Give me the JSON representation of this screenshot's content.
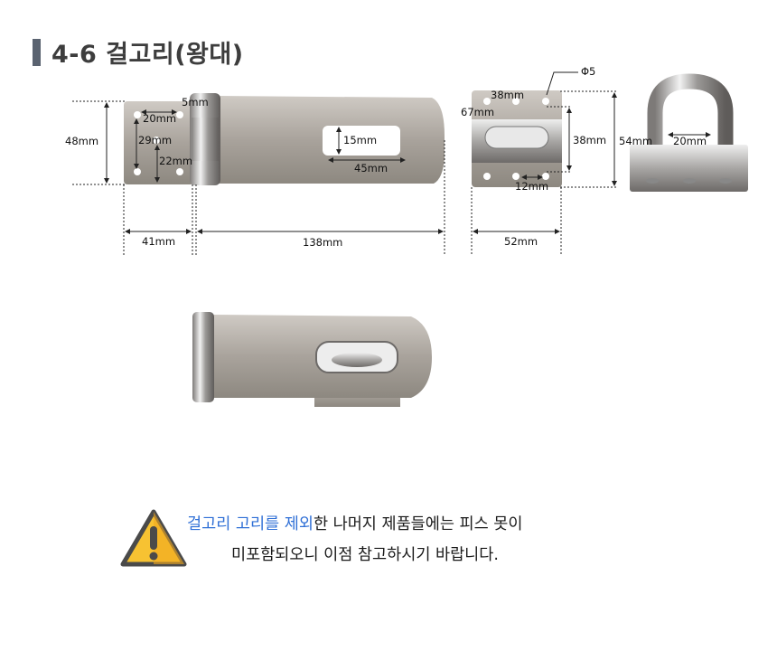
{
  "header": {
    "title": "4-6 걸고리(왕대)"
  },
  "hasp_dimensions": {
    "height": "48mm",
    "hole_offset": "5mm",
    "hole_spacing_h": "20mm",
    "hole_spacing_v": "29mm",
    "hole_to_edge": "22mm",
    "slot_height": "15mm",
    "slot_width": "45mm",
    "plate_width": "41mm",
    "strap_length": "138mm"
  },
  "staple_dimensions": {
    "hole_diameter": "Φ5",
    "top_spacing": "38mm",
    "edge_offset": "67mm",
    "loop_height": "38mm",
    "hole_spacing": "12mm",
    "width": "52mm",
    "total_height": "54mm",
    "loop_width": "20mm"
  },
  "notice": {
    "icon": "warning-triangle-icon",
    "highlight": "걸고리 고리를 제외",
    "line1_rest": "한 나머지 제품들에는 피스 못이",
    "line2": "미포함되오니 이점 참고하시기 바랍니다."
  },
  "colors": {
    "highlight": "#2f6fd6",
    "title_bar": "#5a6370",
    "warning": "#f7c232"
  }
}
